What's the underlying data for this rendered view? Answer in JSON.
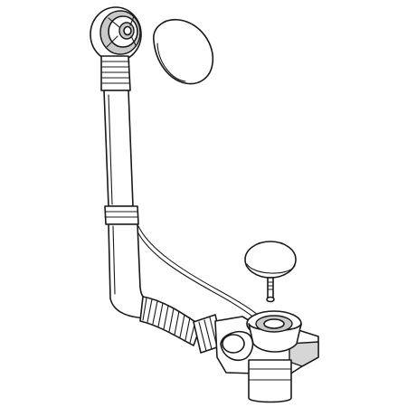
{
  "illustration": {
    "parts": [
      "overflow-rosette",
      "overflow-cover-cap",
      "overflow-pipe",
      "bowden-cable",
      "corrugated-flex-hose",
      "drain-body",
      "drain-plug",
      "plug-stem"
    ]
  },
  "colors": {
    "line": "#1a1a1a",
    "fill": "#ffffff",
    "shade": "#d6d6d6"
  }
}
